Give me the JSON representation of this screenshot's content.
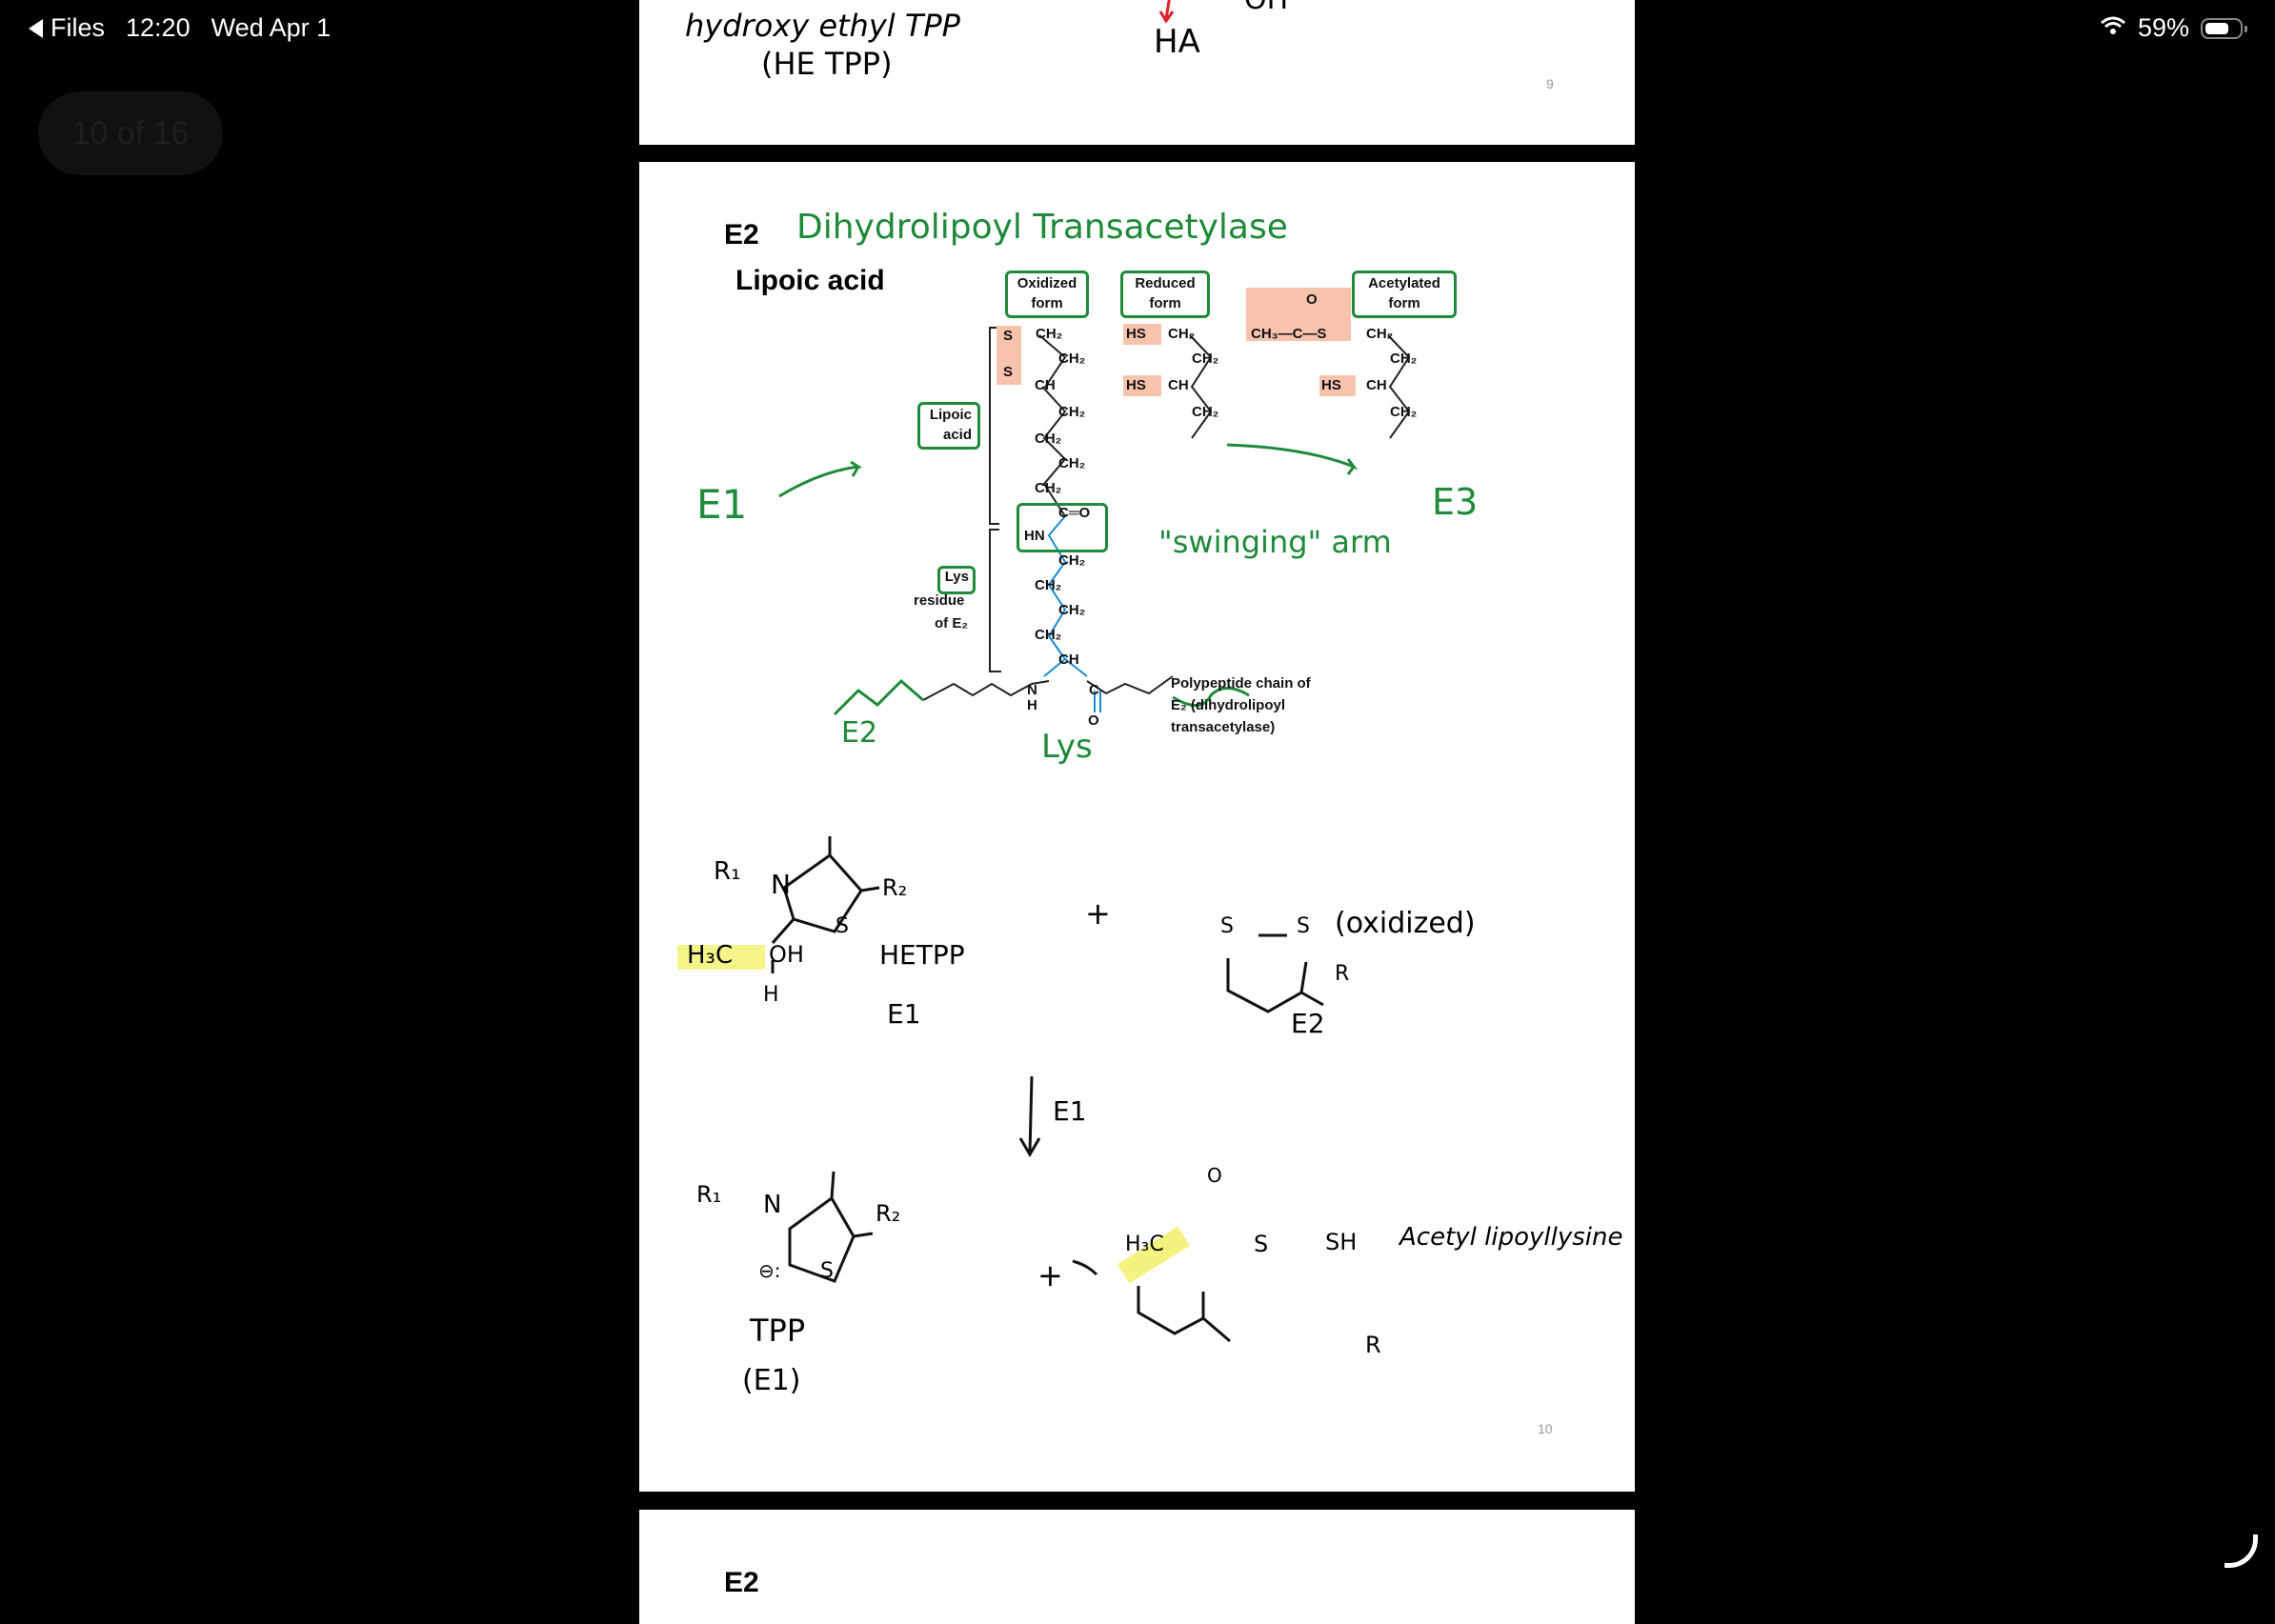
{
  "status_bar": {
    "back_label": "Files",
    "time": "12:20",
    "date": "Wed Apr 1",
    "battery_pct": "59%"
  },
  "page_indicator": "10 of 16",
  "page9": {
    "note_left": "hydroxy ethyl TPP",
    "note_left2": "(HE TPP)",
    "note_center": "HA",
    "note_oh": "OH",
    "page_number": "9"
  },
  "page10": {
    "heading_prefix": "E2",
    "heading_handwritten": "Dihydrolipoyl Transacetylase",
    "subheading": "Lipoic acid",
    "forms": [
      {
        "label1": "Oxidized",
        "label2": "form"
      },
      {
        "label1": "Reduced",
        "label2": "form"
      },
      {
        "label1": "Acetylated",
        "label2": "form"
      }
    ],
    "side_labels": {
      "lipoic1": "Lipoic",
      "lipoic2": "acid",
      "lys": "Lys",
      "residue": "residue",
      "of_e2": "of E₂"
    },
    "chem": {
      "ch2": "CH₂",
      "ch": "CH",
      "s": "S",
      "hs": "HS",
      "co": "C═O",
      "hn": "HN",
      "acetyl": "CH₃—C—S",
      "o": "O",
      "n": "N",
      "h": "H",
      "c": "C"
    },
    "polypeptide": [
      "Polypeptide chain of",
      "E₂ (dihydrolipoyl",
      "transacetylase)"
    ],
    "annotations": {
      "e1": "E1",
      "e3": "E3",
      "swinging_arm": "\"swinging\" arm",
      "e2": "E2",
      "lys": "Lys"
    },
    "reaction": {
      "hetpp_label": "HETPP",
      "hetpp_enzyme": "E1",
      "r1": "R₁",
      "r2": "R₂",
      "plus": "+",
      "oxidized_label": "(oxidized)",
      "e2_label": "E2",
      "r": "R",
      "arrow_label": "E1",
      "tpp_label": "TPP",
      "tpp_enzyme": "(E1)",
      "product_label": "Acetyl lipoyllysine",
      "sh": "SH",
      "h3c": "H₃C",
      "oh": "OH"
    },
    "page_number": "10"
  },
  "page11": {
    "heading_prefix": "E2"
  },
  "colors": {
    "annotation_green": "#1e8a3a",
    "lysine_blue": "#1a8ad4",
    "highlight_pink": "#f8c3ad",
    "highlight_yellow": "#f3f16a",
    "arrow_red": "#e0202a"
  }
}
